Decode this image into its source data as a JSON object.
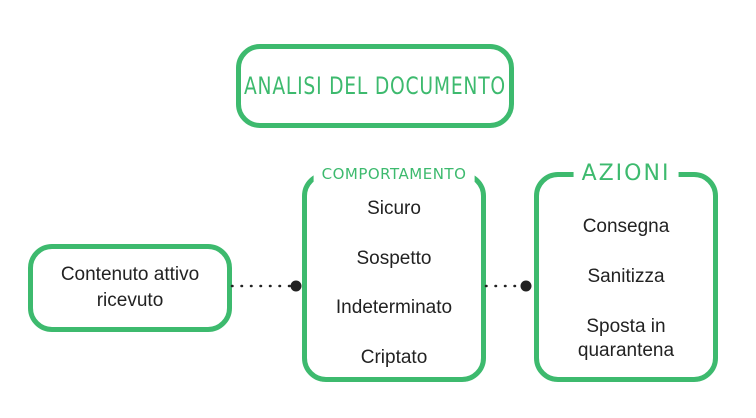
{
  "title": "ANALISI DEL DOCUMENTO",
  "input": {
    "label": "Contenuto attivo\nricevuto"
  },
  "behavior": {
    "title": "COMPORTAMENTO",
    "items": [
      "Sicuro",
      "Sospetto",
      "Indeterminato",
      "Criptato"
    ]
  },
  "actions": {
    "title": "AZIONI",
    "items": [
      "Consegna",
      "Sanitizza",
      "Sposta in\nquarantena"
    ]
  },
  "colors": {
    "accent": "#3dba6e",
    "text": "#222222",
    "connector": "#222222"
  }
}
